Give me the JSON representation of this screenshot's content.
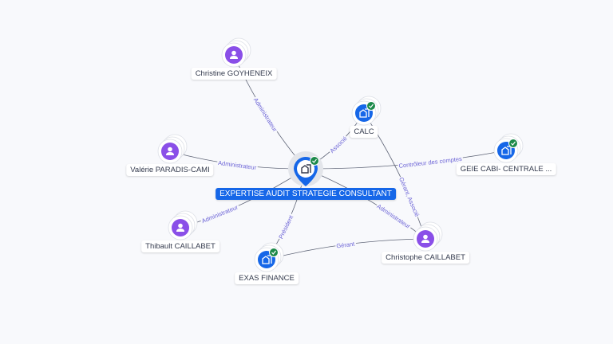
{
  "colors": {
    "company": "#1667e8",
    "person": "#8a4fe8",
    "check": "#1d8a4a",
    "edge": "#5f6577",
    "edge_label": "#6b63d6"
  },
  "nodes": [
    {
      "id": "center",
      "label": "EXPERTISE AUDIT STRATEGIE CONSULTANT",
      "type": "company-main",
      "verified": true
    },
    {
      "id": "christine",
      "label": "Christine GOYHENEIX",
      "type": "person"
    },
    {
      "id": "calc",
      "label": "CALC",
      "type": "company",
      "verified": true
    },
    {
      "id": "valerie",
      "label": "Valérie PARADIS-CAMI",
      "type": "person"
    },
    {
      "id": "geie",
      "label": "GEIE CABI- CENTRALE ...",
      "type": "company",
      "verified": true
    },
    {
      "id": "thibault",
      "label": "Thibault CAILLABET",
      "type": "person"
    },
    {
      "id": "christophe",
      "label": "Christophe CAILLABET",
      "type": "person"
    },
    {
      "id": "exas",
      "label": "EXAS FINANCE",
      "type": "company",
      "verified": true
    }
  ],
  "edges": [
    {
      "from": "christine",
      "to": "center",
      "label": "Administrateur"
    },
    {
      "from": "valerie",
      "to": "center",
      "label": "Administrateur"
    },
    {
      "from": "thibault",
      "to": "center",
      "label": "Administrateur"
    },
    {
      "from": "center",
      "to": "calc",
      "label": "Associé"
    },
    {
      "from": "center",
      "to": "geie",
      "label": "Contrôleur des comptes"
    },
    {
      "from": "christophe",
      "to": "calc",
      "label": "Gérant, Associé"
    },
    {
      "from": "christophe",
      "to": "center",
      "label": "Administrateur"
    },
    {
      "from": "exas",
      "to": "center",
      "label": "Président"
    },
    {
      "from": "christophe",
      "to": "exas",
      "label": "Gérant"
    }
  ]
}
